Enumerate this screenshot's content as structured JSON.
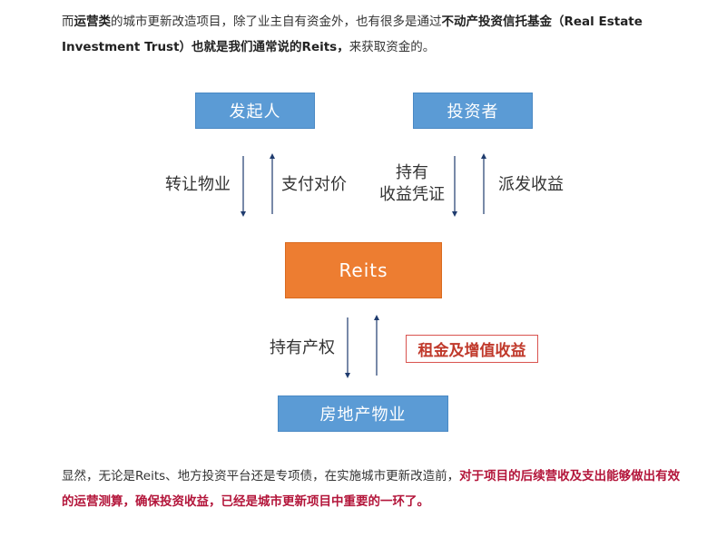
{
  "intro": {
    "t1": "而",
    "b1": "运营类",
    "t2": "的城市更新改造项目，除了业主自有资金外，也有很多是通过",
    "b2": "不动产投资信托基金（Real Estate Investment Trust）也就是我们通常说的Reits，",
    "t3": "来获取资金的。"
  },
  "diagram": {
    "sponsor": "发起人",
    "investor": "投资者",
    "reits": "Reits",
    "property": "房地产物业",
    "transfer_property": "转让物业",
    "pay_consideration": "支付对价",
    "hold_line1": "持有",
    "hold_line2": "收益凭证",
    "distribute_income": "派发收益",
    "hold_title": "持有产权",
    "rent_income": "租金及增值收益"
  },
  "outro": {
    "t1": "显然，无论是Reits、地方投资平台还是专项债，在实施城市更新改造前，",
    "r1": "对于项目的后续营收及支出能够做出有效的运营测算，确保投资收益，已经是城市更新项目中重要的一环了。"
  },
  "colors": {
    "box_blue": "#5b9bd5",
    "box_orange": "#ed7d31",
    "highlight_red": "#b3153a",
    "arrow": "#1f3b6e"
  }
}
